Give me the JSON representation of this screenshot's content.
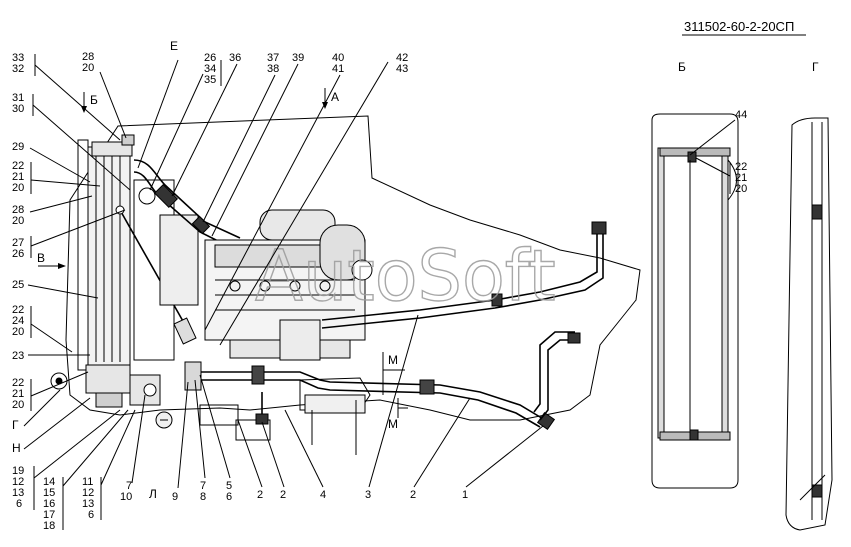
{
  "doc_number": "311502-60-2-20СП",
  "watermark": "AutoSoft",
  "views": {
    "b_main": "Б",
    "b_detail": "Б",
    "g_detail": "Г",
    "e": "Е",
    "a": "А",
    "v": "В",
    "m_top": "М",
    "m_bottom": "М",
    "g_left": "Г",
    "n_left": "Н",
    "l_bottom": "Л"
  },
  "labels": {
    "p33": "33",
    "p32": "32",
    "p28a": "28",
    "p20a": "20",
    "p26a": "26",
    "p34": "34",
    "p35": "35",
    "p36": "36",
    "p37": "37",
    "p38": "38",
    "p39": "39",
    "p40": "40",
    "p41": "41",
    "p42": "42",
    "p43": "43",
    "p31": "31",
    "p30": "30",
    "p29": "29",
    "p22a": "22",
    "p21a": "21",
    "p20b": "20",
    "p28b": "28",
    "p20c": "20",
    "p27": "27",
    "p26b": "26",
    "p25": "25",
    "p22b": "22",
    "p24": "24",
    "p20d": "20",
    "p23": "23",
    "p22c": "22",
    "p21b": "21",
    "p20e": "20",
    "p19": "19",
    "p12a": "12",
    "p13a": "13",
    "p6a": "6",
    "p14": "14",
    "p15": "15",
    "p16": "16",
    "p17": "17",
    "p18": "18",
    "p11": "11",
    "p12b": "12",
    "p13b": "13",
    "p6b": "6",
    "p7a": "7",
    "p10": "10",
    "p9": "9",
    "p7b": "7",
    "p8": "8",
    "p5": "5",
    "p6c": "6",
    "p2a": "2",
    "p2b": "2",
    "p4": "4",
    "p3": "3",
    "p2c": "2",
    "p1": "1",
    "p44": "44",
    "p22d": "22",
    "p21c": "21",
    "p20f": "20"
  }
}
